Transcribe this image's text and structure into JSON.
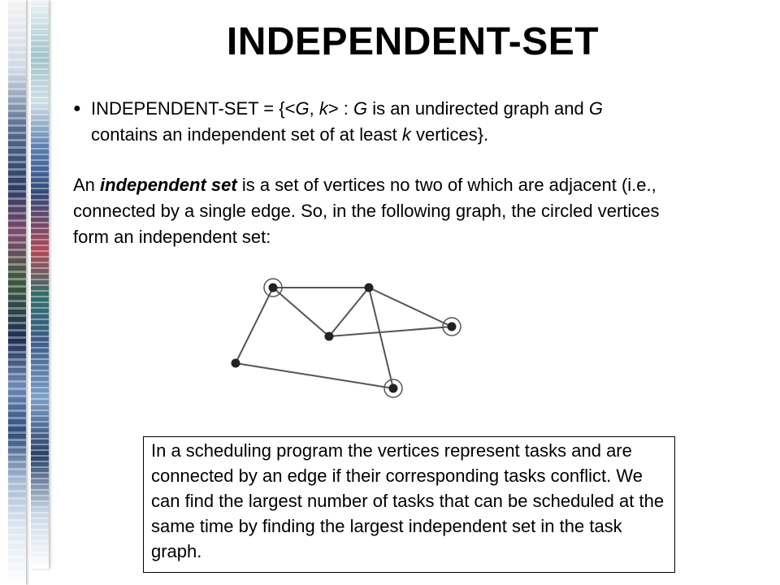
{
  "slide": {
    "title": "INDEPENDENT-SET",
    "bullet": {
      "marker": "●",
      "prefix": "INDEPENDENT-SET = {<",
      "G1": "G",
      "comma": ", ",
      "k1": "k",
      "mid": "> : ",
      "G2": "G",
      "mid2": " is an undirected graph and ",
      "G3": "G",
      "line2a": "contains an independent set of at least ",
      "k2": "k",
      "line2b": " vertices}."
    },
    "paragraph": {
      "lead": "An ",
      "term": "independent set",
      "rest": " is a set of vertices no two of which are adjacent (i.e., connected by a single edge.  So, in the following graph, the circled vertices form an independent set:"
    },
    "note": "In a scheduling program the vertices represent tasks and are connected by an edge if their corresponding tasks conflict.  We can find the largest number of tasks that can be scheduled at the same time by finding the largest independent set in the task graph."
  },
  "graph": {
    "vertices": [
      {
        "id": "a",
        "circled": true
      },
      {
        "id": "b",
        "circled": false
      },
      {
        "id": "c",
        "circled": false
      },
      {
        "id": "d",
        "circled": true
      },
      {
        "id": "e",
        "circled": false
      },
      {
        "id": "f",
        "circled": true
      }
    ],
    "edges": [
      [
        "a",
        "b"
      ],
      [
        "a",
        "c"
      ],
      [
        "a",
        "e"
      ],
      [
        "b",
        "c"
      ],
      [
        "b",
        "f"
      ],
      [
        "b",
        "d"
      ],
      [
        "c",
        "d"
      ],
      [
        "e",
        "f"
      ]
    ]
  }
}
